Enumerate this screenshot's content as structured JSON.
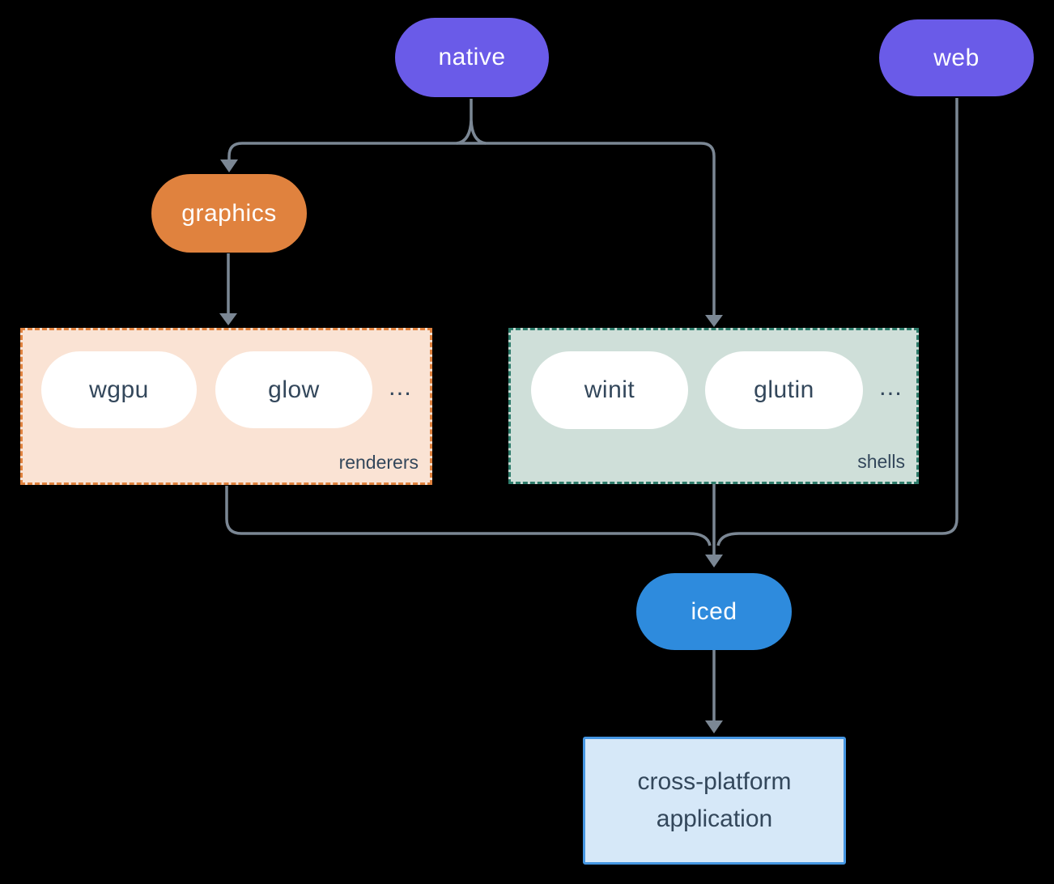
{
  "nodes": {
    "native": {
      "label": "native"
    },
    "web": {
      "label": "web"
    },
    "graphics": {
      "label": "graphics"
    },
    "iced": {
      "label": "iced"
    },
    "app": {
      "lines": [
        "cross-platform",
        "application"
      ]
    }
  },
  "groups": {
    "renderers": {
      "label": "renderers",
      "items": [
        "wgpu",
        "glow"
      ],
      "ellipsis": "..."
    },
    "shells": {
      "label": "shells",
      "items": [
        "winit",
        "glutin"
      ],
      "ellipsis": "..."
    }
  },
  "colors": {
    "purple": "#6a5be8",
    "orange": "#e0823e",
    "blue": "#2e8bdd",
    "peach_fill": "#fae3d4",
    "peach_border": "#e0823e",
    "green_fill": "#cfdfd9",
    "green_border": "#2e7c6b",
    "app_fill": "#d6e8f8",
    "app_border": "#4596e2",
    "line": "#7b8794",
    "text_dark": "#33475b",
    "text_light": "#ffffff",
    "bg": "#000000"
  }
}
